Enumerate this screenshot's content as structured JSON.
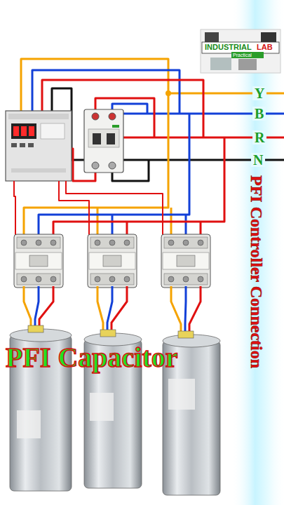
{
  "diagram": {
    "title": "PFI Controller Connection",
    "labels": [
      "INDUSTRIAL",
      "LAB",
      "Practical",
      "Y",
      "B",
      "R",
      "N",
      "PFI Capacitor"
    ]
  }
}
